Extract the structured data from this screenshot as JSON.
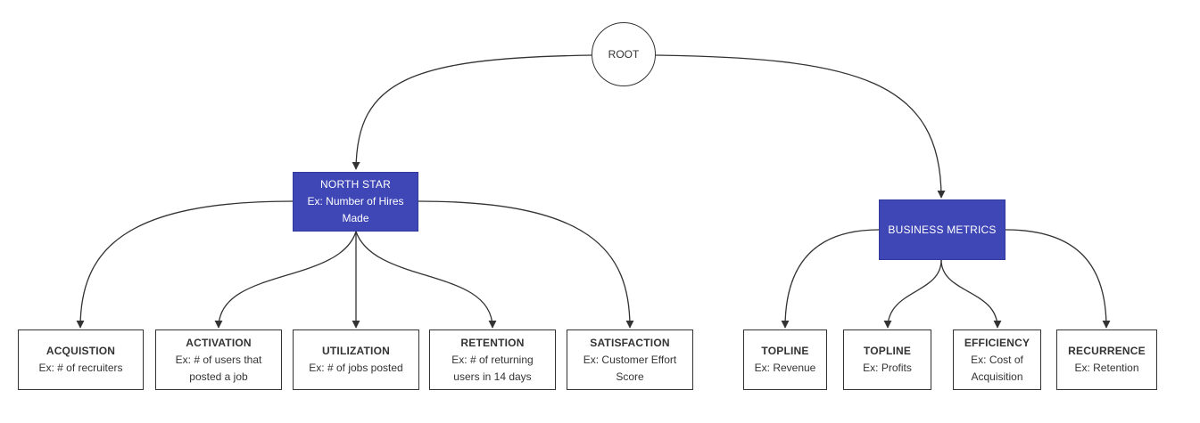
{
  "root": {
    "label": "ROOT"
  },
  "north_star": {
    "title": "NORTH STAR",
    "subtitle": "Ex: Number of Hires\nMade"
  },
  "business_metrics": {
    "title": "BUSINESS METRICS"
  },
  "product_metrics": [
    {
      "title": "ACQUISTION",
      "subtitle": "Ex: # of recruiters"
    },
    {
      "title": "ACTIVATION",
      "subtitle": "Ex: # of users that\nposted a job"
    },
    {
      "title": "UTILIZATION",
      "subtitle": "Ex: # of jobs posted"
    },
    {
      "title": "RETENTION",
      "subtitle": "Ex: # of returning\nusers in 14 days"
    },
    {
      "title": "SATISFACTION",
      "subtitle": "Ex: Customer Effort\nScore"
    }
  ],
  "business_children": [
    {
      "title": "TOPLINE",
      "subtitle": "Ex: Revenue"
    },
    {
      "title": "TOPLINE",
      "subtitle": "Ex: Profits"
    },
    {
      "title": "EFFICIENCY",
      "subtitle": "Ex: Cost of\nAcquisition"
    },
    {
      "title": "RECURRENCE",
      "subtitle": "Ex: Retention"
    }
  ],
  "colors": {
    "primary_node": "#3f46b6",
    "line": "#333333"
  }
}
